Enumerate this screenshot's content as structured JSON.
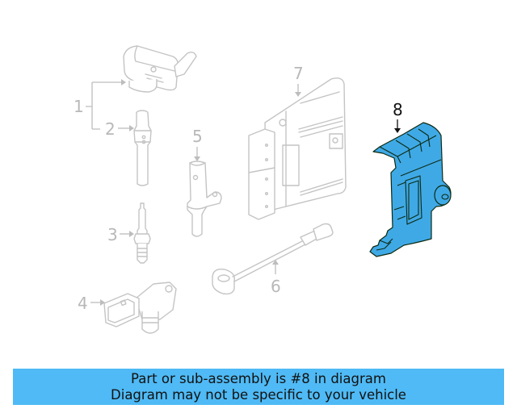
{
  "diagram": {
    "highlight_color": "#3fa9e6",
    "outline_color": "#c4c4c4",
    "callouts": [
      {
        "id": "1",
        "label": "1",
        "part": "ignition coil + boot (group)"
      },
      {
        "id": "2",
        "label": "2",
        "part": "coil boot / plug connector"
      },
      {
        "id": "3",
        "label": "3",
        "part": "spark plug"
      },
      {
        "id": "4",
        "label": "4",
        "part": "camshaft position sensor"
      },
      {
        "id": "5",
        "label": "5",
        "part": "crankshaft position sensor"
      },
      {
        "id": "6",
        "label": "6",
        "part": "knock sensor"
      },
      {
        "id": "7",
        "label": "7",
        "part": "engine control module"
      },
      {
        "id": "8",
        "label": "8",
        "part": "ECM bracket",
        "highlighted": true
      }
    ]
  },
  "banner": {
    "line1": "Part or sub-assembly is #8 in diagram",
    "line2": "Diagram may not be specific to your vehicle",
    "background": "#4fbaf5"
  }
}
